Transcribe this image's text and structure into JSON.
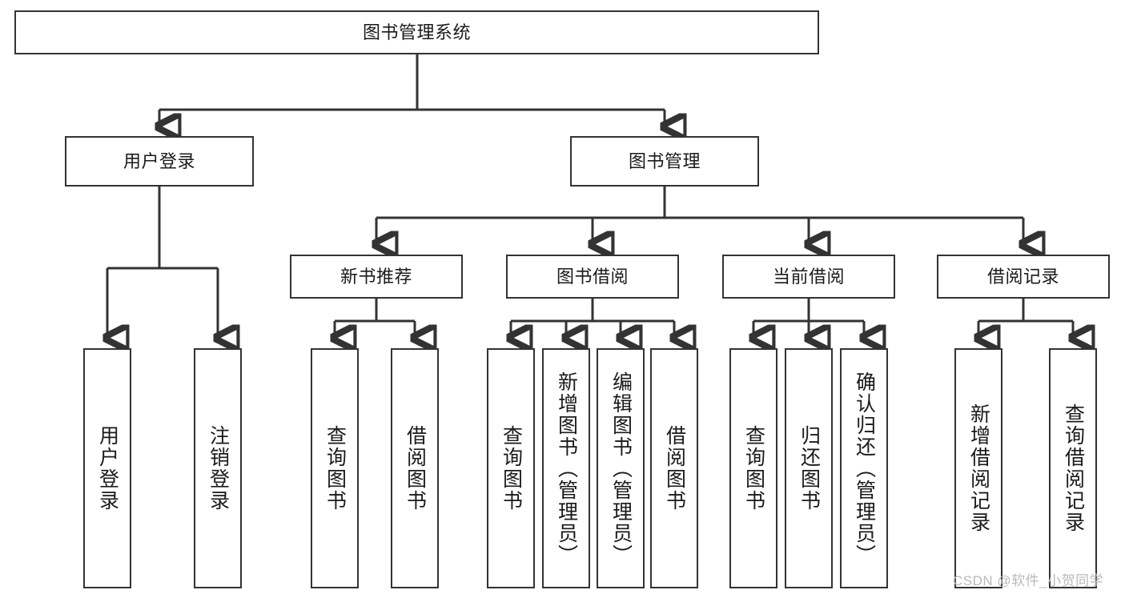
{
  "diagram": {
    "title": "图书管理系统",
    "watermark": "CSDN @软件_小贺同学",
    "colors": {
      "stroke": "#333333",
      "fill": "#ffffff",
      "text": "#1a1a1a",
      "watermark": "#b9b9b9"
    },
    "nodes": {
      "root": {
        "label": "图书管理系统"
      },
      "level2": [
        {
          "id": "user-login",
          "label": "用户登录"
        },
        {
          "id": "book-manage",
          "label": "图书管理"
        }
      ],
      "level3": [
        {
          "id": "new-book-rec",
          "label": "新书推荐"
        },
        {
          "id": "book-borrow",
          "label": "图书借阅"
        },
        {
          "id": "current-borrow",
          "label": "当前借阅"
        },
        {
          "id": "borrow-record",
          "label": "借阅记录"
        }
      ],
      "leaves": {
        "user_login": [
          {
            "id": "leaf-user-login",
            "label": "用户登录"
          },
          {
            "id": "leaf-logout-login",
            "label": "注销登录"
          }
        ],
        "new_book_rec": [
          {
            "id": "leaf-query-book-1",
            "label": "查询图书"
          },
          {
            "id": "leaf-borrow-book-1",
            "label": "借阅图书"
          }
        ],
        "book_borrow": [
          {
            "id": "leaf-query-book-2",
            "label": "查询图书"
          },
          {
            "id": "leaf-add-book",
            "label": "新增图书（管理员）"
          },
          {
            "id": "leaf-edit-book",
            "label": "编辑图书（管理员）"
          },
          {
            "id": "leaf-borrow-book-2",
            "label": "借阅图书"
          }
        ],
        "current_borrow": [
          {
            "id": "leaf-query-book-3",
            "label": "查询图书"
          },
          {
            "id": "leaf-return-book",
            "label": "归还图书"
          },
          {
            "id": "leaf-confirm-return",
            "label": "确认归还（管理员）"
          }
        ],
        "borrow_record": [
          {
            "id": "leaf-add-record",
            "label": "新增借阅记录"
          },
          {
            "id": "leaf-query-record",
            "label": "查询借阅记录"
          }
        ]
      }
    }
  }
}
